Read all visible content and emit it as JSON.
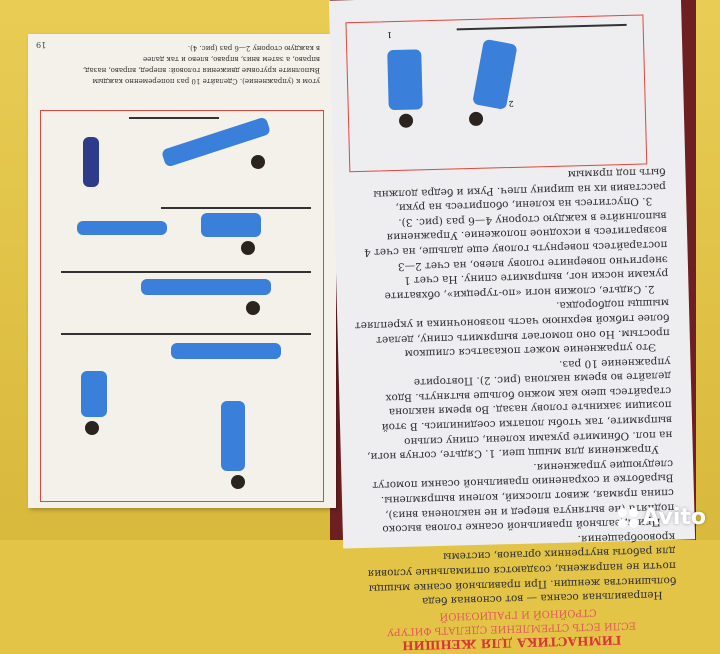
{
  "left_page": {
    "page_number": "19",
    "text_lines": [
      "угом к (упражнение). Сделайте 10 раз попеременно каждым",
      "Выполните круговые движения головой: вперед, вправо, назад,",
      "вправо, а затем вниз, вправо, влево и так далее",
      "в каждую сторону 2—6 раз (рис. 4)."
    ]
  },
  "right_page": {
    "figure_labels": [
      "1",
      "2"
    ],
    "title": "ГИМНАСТИКА ДЛЯ ЖЕНЩИН",
    "subtitle": "ЕСЛИ ЕСТЬ СТРЕМЛЕНИЕ СДЕЛАТЬ ФИГУРУ СТРОЙНОЙ И ГРАЦИОЗНОЙ",
    "paragraphs": [
      "Неправильная осанка — вот основная беда большинства женщин. При правильной осанке мышцы почти не напряжены, создаются оптимальные условия для работы внутренних органов, системы кровообращения.",
      "При идеальной правильной осанке голова высоко поднята (не вытянута вперед и не наклонена вниз), спина прямая, живот плоский, колени выпрямлены. Выработке и сохранению правильной осанки помогут следующие упражнения.",
      "Упражнения для мышц шеи. 1. Сядьте, согнув ноги, на пол. Обнимите руками колени, спину сильно выпрямите, так чтобы лопатки соединились. В этой позиции закиньте голову назад. Во время наклона старайтесь шею как можно больше вытянуть. Вдох делайте во время наклона (рис. 2). Повторите упражнение 10 раз.",
      "Это упражнение может показаться слишком простым. Но оно помогает выпрямить спину, делает более гибкой верхнюю часть позвоночника и укрепляет мышцы подбородка.",
      "2. Сядьте, сложив ноги «по-турецки», обхватите руками носки ног, выпрямите спину. На счет 1 энергично поверните голову влево, на счет 2—3 постарайтесь повернуть голову еще дальше, на счет 4 возвратитесь в исходное положение. Упражнения выполняйте в каждую сторону 4—6 раз (рис. 3).",
      "3. Опуститесь на колени, обопритесь на руки, расставив их на ширину плеч. Руки и бедра должны быть под прямым"
    ]
  },
  "watermark": "Avito",
  "colors": {
    "background": "#e3c447",
    "cover": "#6d1f22",
    "frame": "#e0473f",
    "figure": "#3a7fd9",
    "title": "#d9363a"
  }
}
